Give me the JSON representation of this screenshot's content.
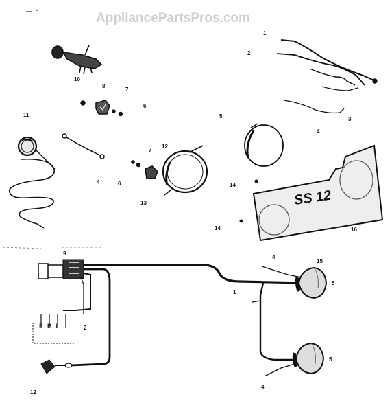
{
  "watermark": "AppliancePartsPros.com",
  "panel_text": "SS 12",
  "terminal_labels": [
    "F",
    "B",
    "L"
  ],
  "callouts": {
    "c1a": "1",
    "c2a": "2",
    "c3a": "3",
    "c4a": "4",
    "c5a": "5",
    "c6a": "6",
    "c7a": "7",
    "c8a": "8",
    "c10a": "10",
    "c11a": "11",
    "c12a": "12",
    "c4b": "4",
    "c6b": "6",
    "c7b": "7",
    "c13a": "13",
    "c14a": "14",
    "c14b": "14",
    "c16a": "16",
    "c9a": "9",
    "c15a": "15",
    "c4c": "4",
    "c1b": "1",
    "c5b": "5",
    "c2b": "2",
    "c12b": "12",
    "c5c": "5",
    "c4d": "4"
  }
}
